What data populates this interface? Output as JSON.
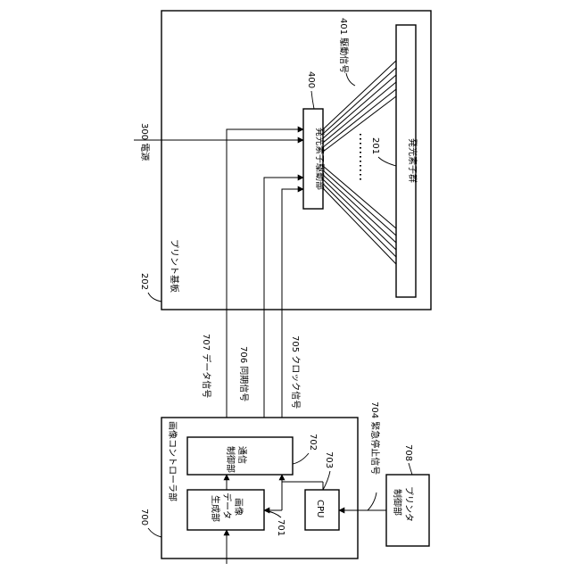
{
  "labels": {
    "power": "300 電源",
    "drive_signal": "401 駆動信号",
    "driver_ref": "400",
    "element_group_ref": "201",
    "print_board": "プリント基板",
    "print_board_ref": "202",
    "data_signal": "707 データ信号",
    "sync_signal": "706 同期信号",
    "clock_signal": "705 クロック信号",
    "emergency_stop": "704 緊急停止信号",
    "printer_ctrl_ref": "708",
    "image_ctrl_ref": "700",
    "image_controller": "画像コントローラ部",
    "comm_ctrl_ref": "702",
    "cpu_ref": "703",
    "image_gen_ref": "701"
  },
  "boxes": {
    "driver": "発光素子駆動部",
    "element_group": "発光素子群",
    "comm_ctrl": [
      "通信",
      "制御部"
    ],
    "image_gen": [
      "画像",
      "データ",
      "生成部"
    ],
    "cpu": "CPU",
    "printer_ctrl": [
      "プリンタ",
      "制御部"
    ]
  }
}
